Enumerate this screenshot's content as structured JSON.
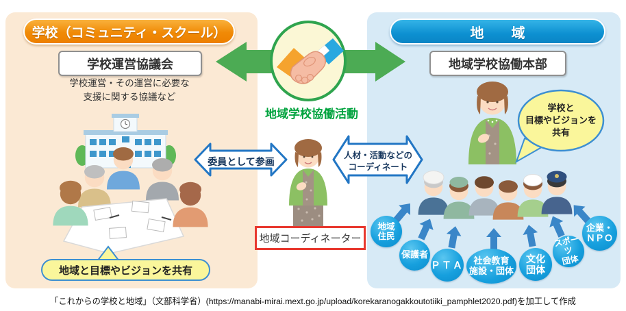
{
  "left_panel": {
    "badge_label": "学校（コミュニティ・スクール）",
    "council_box_label": "学校運営協議会",
    "description": "学校運営・その運営に必要な\n支援に関する協議など",
    "share_bubble_label": "地域と目標やビジョンを共有"
  },
  "center": {
    "collaboration_label": "地域学校協働活動",
    "participation_arrow_label": "委員として参画",
    "coordination_arrow_label": "人材・活動などの\nコーディネート",
    "coordinator_box_label": "地域コーディネーター"
  },
  "right_panel": {
    "badge_label": "地　域",
    "hq_box_label": "地域学校協働本部",
    "share_bubble_label": "学校と\n目標やビジョンを\n共有",
    "member_circles": [
      {
        "label": "地域\n住民"
      },
      {
        "label": "保護者"
      },
      {
        "label": "ＰＴＡ"
      },
      {
        "label": "社会教育\n施設・団体"
      },
      {
        "label": "文化\n団体"
      },
      {
        "label": "スポーツ\n団体"
      },
      {
        "label": "企業・\nＮＰＯ"
      }
    ]
  },
  "footer": {
    "citation": "「これからの学校と地域」（文部科学省）(https://manabi-mirai.mext.go.jp/upload/korekaranogakkoutotiiki_pamphlet2020.pdf)を加工して作成"
  },
  "colors": {
    "school_badge_orange": "#F08300",
    "region_badge_blue": "#1399D6",
    "collaboration_green": "#00A33E",
    "arrow_green": "#4CAB54",
    "arrow_blue_outline": "#2276C4",
    "member_circle_blue": "#1E9FDD",
    "coordinator_border_red": "#E8382F",
    "bubble_yellow": "#FAF69B",
    "left_panel_bg": "#FBE9D4",
    "right_panel_bg": "#D7EAF6"
  }
}
